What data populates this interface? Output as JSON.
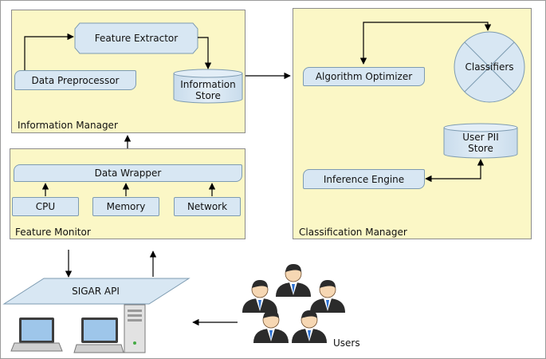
{
  "information_manager": {
    "label": "Information Manager",
    "feature_extractor": "Feature Extractor",
    "data_preprocessor": "Data Preprocessor",
    "information_store": [
      "Information",
      "Store"
    ]
  },
  "feature_monitor": {
    "label": "Feature Monitor",
    "data_wrapper": "Data Wrapper",
    "cpu": "CPU",
    "memory": "Memory",
    "network": "Network"
  },
  "classification_manager": {
    "label": "Classification Manager",
    "algorithm_optimizer": "Algorithm Optimizer",
    "classifiers": "Classifiers",
    "user_pii_store": [
      "User PII",
      "Store"
    ],
    "inference_engine": "Inference Engine"
  },
  "sigar_api": "SIGAR API",
  "users": "Users",
  "colors": {
    "panel_fill": "#fbf7c6",
    "node_fill": "#d8e7f3",
    "node_border": "#7d9bb1",
    "arrow": "#000000"
  }
}
